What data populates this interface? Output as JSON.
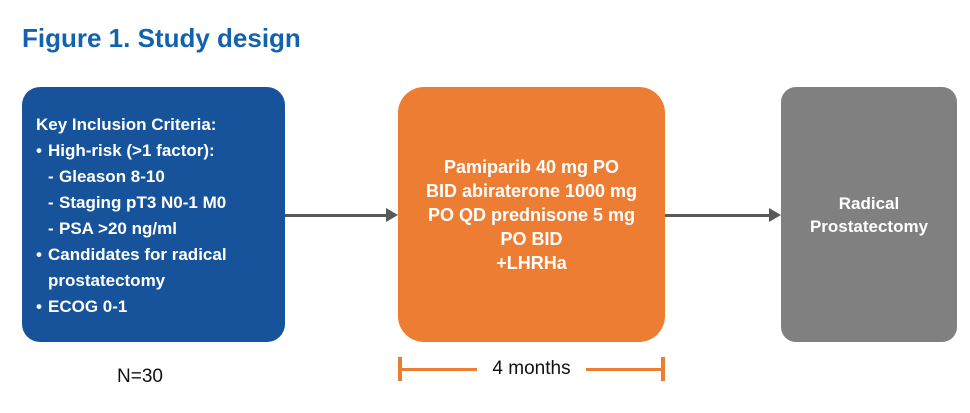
{
  "title": "Figure 1. Study design",
  "inclusion": {
    "heading": "Key Inclusion Criteria:",
    "items": [
      {
        "bullet": "•",
        "text": "High-risk (>1 factor):"
      },
      {
        "bullet": "-",
        "text": "Gleason 8-10"
      },
      {
        "bullet": "-",
        "text": "Staging pT3 N0-1 M0"
      },
      {
        "bullet": "-",
        "text": "PSA >20 ng/ml"
      },
      {
        "bullet": "•",
        "text": "Candidates for radical prostatectomy"
      },
      {
        "bullet": "•",
        "text": "ECOG 0-1"
      }
    ],
    "sample_size": "N=30"
  },
  "treatment": {
    "lines": [
      "Pamiparib 40 mg PO",
      "BID abiraterone 1000 mg",
      "PO QD prednisone 5 mg",
      "PO BID",
      "+LHRHa"
    ],
    "duration_label": "4 months"
  },
  "outcome": {
    "label": "Radical Prostatectomy"
  },
  "colors": {
    "title_blue": "#1362AC",
    "inclusion_box_blue": "#17539B",
    "treatment_box_orange": "#ED7D33",
    "outcome_box_gray": "#808080",
    "arrow_gray": "#595959",
    "bracket_orange": "#ED7D33"
  }
}
